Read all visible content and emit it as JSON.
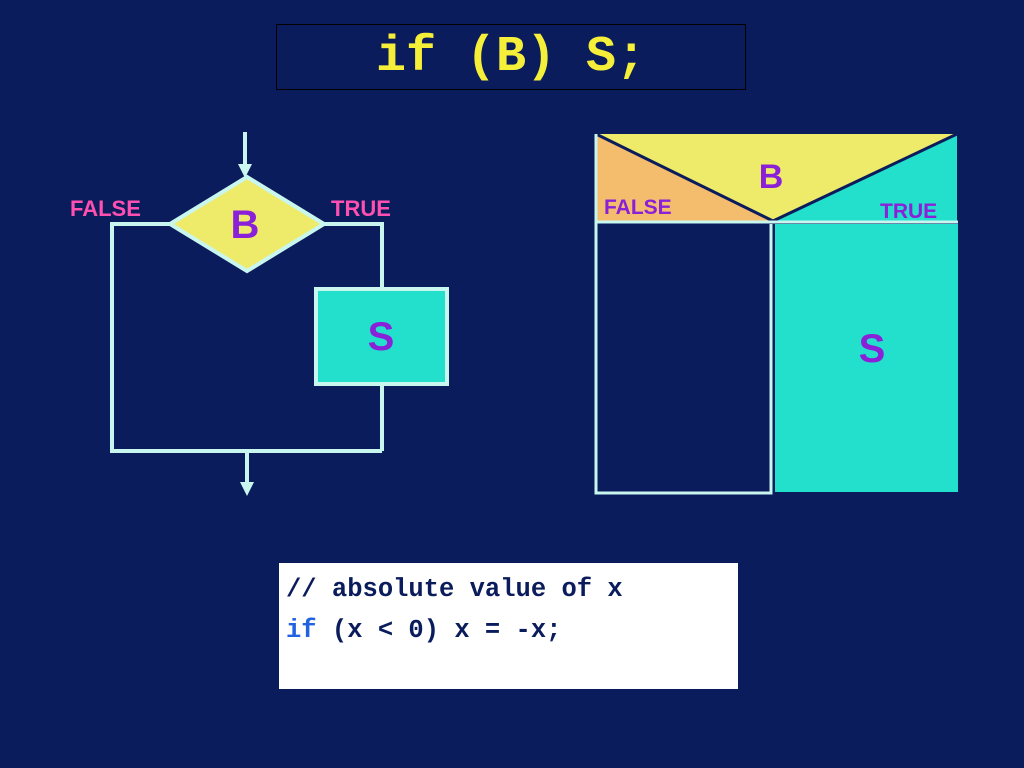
{
  "title": "if (B) S;",
  "flowchart": {
    "condition_label": "B",
    "statement_label": "S",
    "false_label": "FALSE",
    "true_label": "TRUE"
  },
  "structogram": {
    "condition_label": "B",
    "statement_label": "S",
    "false_label": "FALSE",
    "true_label": "TRUE"
  },
  "code": {
    "comment_line": "// absolute value of x",
    "keyword": "if",
    "statement_rest": " (x < 0) x = -x;"
  },
  "colors": {
    "background": "#0b1c5c",
    "title_text": "#f5ef3a",
    "decision_fill": "#efeb6a",
    "statement_fill": "#22e0cc",
    "false_fill": "#f4bd6e",
    "line": "#c9f6ef",
    "label_pink": "#ff4fb0",
    "label_purple": "#8a20d8",
    "code_keyword": "#2262e0"
  }
}
